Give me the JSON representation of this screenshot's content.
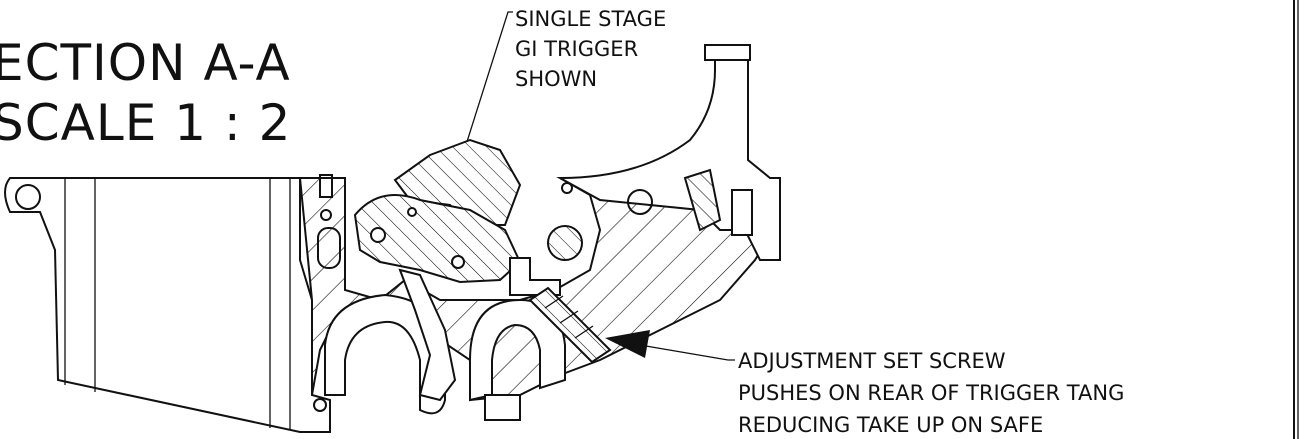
{
  "section": {
    "title_line1": "ECTION A-A",
    "title_line2": "SCALE 1 : 2"
  },
  "callouts": {
    "trigger_note": {
      "lines": [
        "SINGLE STAGE",
        "GI TRIGGER",
        "SHOWN"
      ]
    },
    "screw_note": {
      "lines": [
        "ADJUSTMENT SET SCREW",
        "PUSHES ON REAR OF TRIGGER TANG",
        "REDUCING TAKE UP ON SAFE"
      ]
    }
  }
}
